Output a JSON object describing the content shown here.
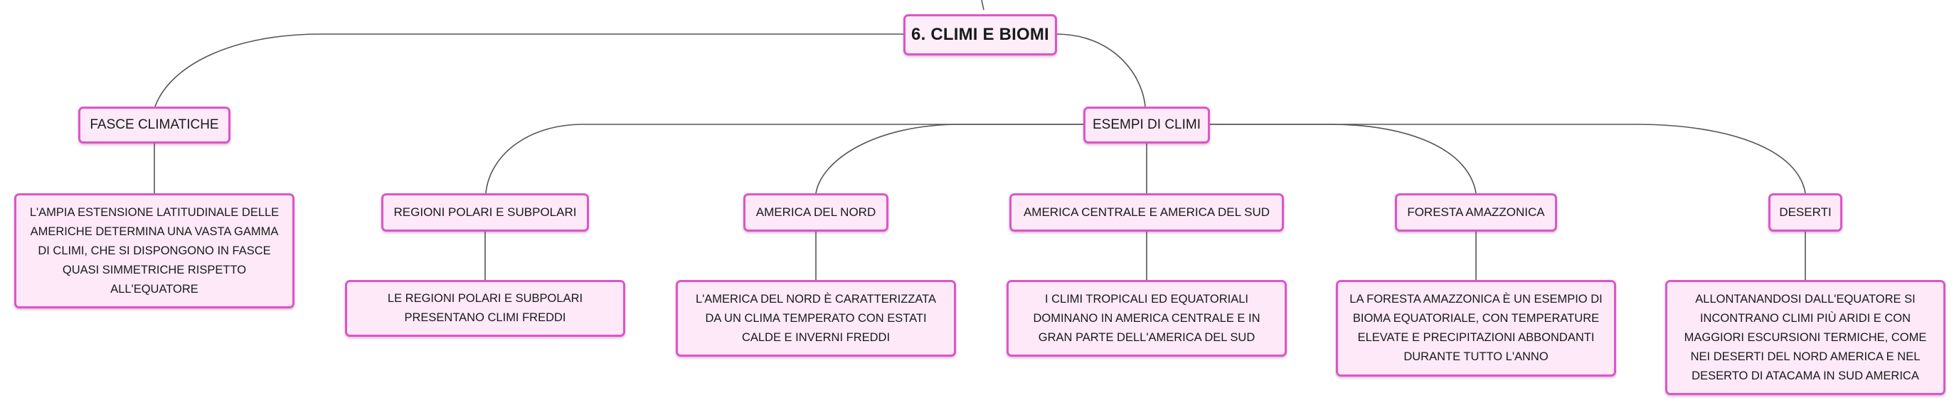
{
  "root": {
    "label": "6. CLIMI E BIOMI"
  },
  "branches": [
    {
      "label": "FASCE CLIMATICHE",
      "description": "L'AMPIA ESTENSIONE LATITUDINALE DELLE AMERICHE DETERMINA UNA VASTA GAMMA DI CLIMI, CHE SI DISPONGONO IN FASCE QUASI SIMMETRICHE RISPETTO ALL'EQUATORE"
    },
    {
      "label": "ESEMPI DI CLIMI",
      "children": [
        {
          "label": "REGIONI POLARI E SUBPOLARI",
          "description": "LE REGIONI POLARI E SUBPOLARI PRESENTANO CLIMI FREDDI"
        },
        {
          "label": "AMERICA DEL NORD",
          "description": "L'AMERICA DEL NORD È CARATTERIZZATA DA UN CLIMA TEMPERATO CON ESTATI CALDE E INVERNI FREDDI"
        },
        {
          "label": "AMERICA CENTRALE E AMERICA DEL SUD",
          "description": "I CLIMI TROPICALI ED EQUATORIALI DOMINANO IN AMERICA CENTRALE E IN GRAN PARTE DELL'AMERICA DEL SUD"
        },
        {
          "label": "FORESTA AMAZZONICA",
          "description": "LA FORESTA AMAZZONICA È UN ESEMPIO DI BIOMA EQUATORIALE, CON TEMPERATURE ELEVATE E PRECIPITAZIONI ABBONDANTI DURANTE TUTTO L'ANNO"
        },
        {
          "label": "DESERTI",
          "description": "ALLONTANANDOSI DALL'EQUATORE SI INCONTRANO CLIMI PIÙ ARIDI E CON MAGGIORI ESCURSIONI TERMICHE, COME NEI DESERTI DEL NORD AMERICA E NEL DESERTO DI ATACAMA IN SUD AMERICA"
        }
      ]
    }
  ],
  "colors": {
    "node_border": "#dd55c8",
    "node_fill": "#fde9f8",
    "connector": "#555555"
  }
}
